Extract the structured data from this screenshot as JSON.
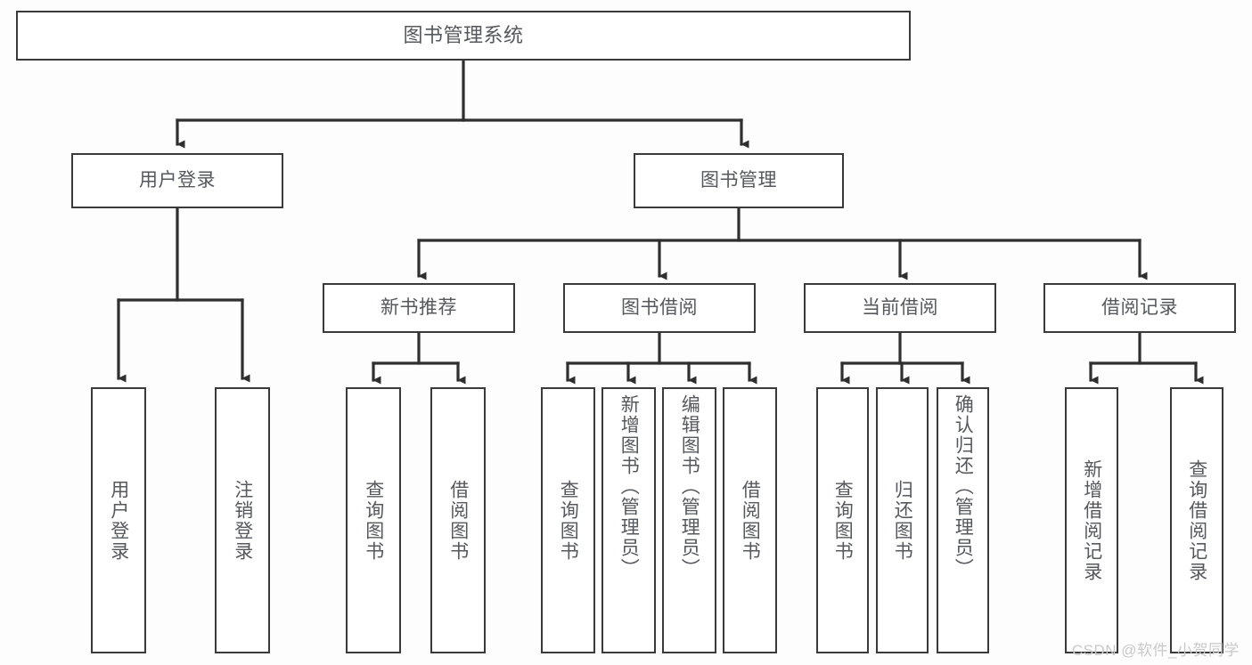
{
  "diagram": {
    "title": "图书管理系统",
    "type": "tree",
    "colors": {
      "background": "#fdfdfd",
      "box_fill": "#ffffff",
      "box_border": "#3a3a3a",
      "text": "#55585c",
      "connector": "#2f2f2f",
      "watermark": "#c9c9c9"
    },
    "root": {
      "label": "图书管理系统"
    },
    "level1": [
      {
        "label": "用户登录"
      },
      {
        "label": "图书管理"
      }
    ],
    "level2": [
      {
        "label": "新书推荐"
      },
      {
        "label": "图书借阅"
      },
      {
        "label": "当前借阅"
      },
      {
        "label": "借阅记录"
      }
    ],
    "leaves": {
      "user_login": [
        {
          "label": "用户登录"
        },
        {
          "label": "注销登录"
        }
      ],
      "new_book": [
        {
          "label": "查询图书"
        },
        {
          "label": "借阅图书"
        }
      ],
      "borrow": [
        {
          "label": "查询图书"
        },
        {
          "label": "新增图书（管理员）"
        },
        {
          "label": "编辑图书（管理员）"
        },
        {
          "label": "借阅图书"
        }
      ],
      "current": [
        {
          "label": "查询图书"
        },
        {
          "label": "归还图书"
        },
        {
          "label": "确认归还（管理员）"
        }
      ],
      "record": [
        {
          "label": "新增借阅记录"
        },
        {
          "label": "查询借阅记录"
        }
      ]
    }
  },
  "watermark": {
    "text": "CSDN @软件_小贺同学"
  }
}
